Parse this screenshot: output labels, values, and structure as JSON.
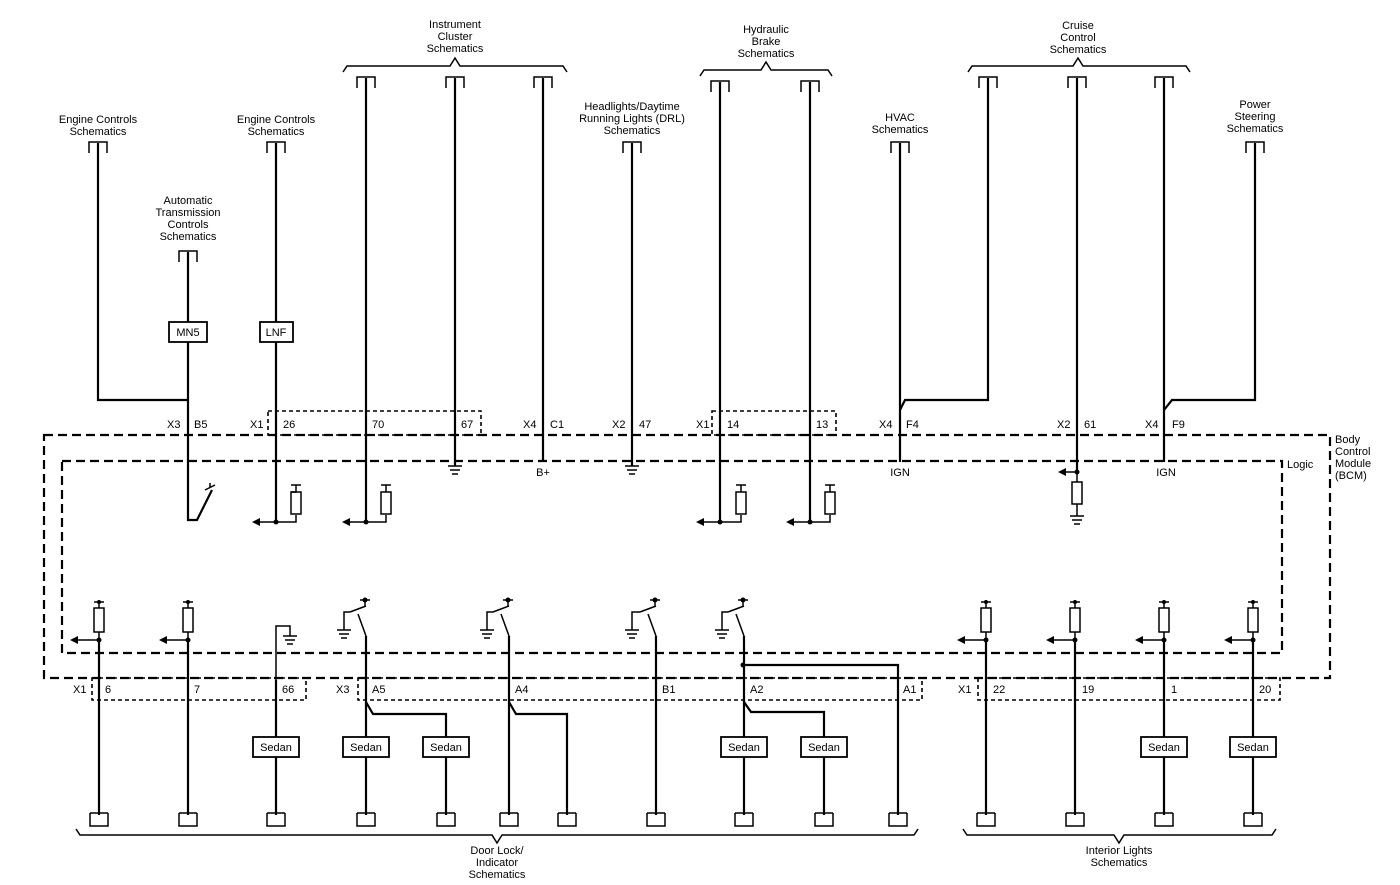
{
  "top_destinations": [
    {
      "id": "engine1",
      "lines": [
        "Engine Controls",
        "Schematics"
      ]
    },
    {
      "id": "trans",
      "lines": [
        "Automatic",
        "Transmission",
        "Controls",
        "Schematics"
      ]
    },
    {
      "id": "engine2",
      "lines": [
        "Engine Controls",
        "Schematics"
      ]
    },
    {
      "id": "cluster",
      "lines": [
        "Instrument",
        "Cluster",
        "Schematics"
      ]
    },
    {
      "id": "drl",
      "lines": [
        "Headlights/Daytime",
        "Running Lights (DRL)",
        "Schematics"
      ]
    },
    {
      "id": "brake",
      "lines": [
        "Hydraulic",
        "Brake",
        "Schematics"
      ]
    },
    {
      "id": "hvac",
      "lines": [
        "HVAC",
        "Schematics"
      ]
    },
    {
      "id": "cruise",
      "lines": [
        "Cruise",
        "Control",
        "Schematics"
      ]
    },
    {
      "id": "steer",
      "lines": [
        "Power",
        "Steering",
        "Schematics"
      ]
    }
  ],
  "bottom_destinations": [
    {
      "id": "doorlock",
      "lines": [
        "Door Lock/",
        "Indicator",
        "Schematics"
      ]
    },
    {
      "id": "interior",
      "lines": [
        "Interior Lights",
        "Schematics"
      ]
    }
  ],
  "module": {
    "lines": [
      "Body",
      "Control",
      "Module",
      "(BCM)"
    ],
    "inner": "Logic"
  },
  "options": {
    "mn5": "MN5",
    "lnf": "LNF",
    "sedan": "Sedan"
  },
  "supply": {
    "bplus": "B+",
    "ign": "IGN"
  },
  "top_pins": [
    {
      "conn": "X3",
      "pin": "B5"
    },
    {
      "conn": "X1",
      "pin": "26"
    },
    {
      "conn": "",
      "pin": "70"
    },
    {
      "conn": "",
      "pin": "67"
    },
    {
      "conn": "X4",
      "pin": "C1"
    },
    {
      "conn": "X2",
      "pin": "47"
    },
    {
      "conn": "X1",
      "pin": "14"
    },
    {
      "conn": "",
      "pin": "13"
    },
    {
      "conn": "X4",
      "pin": "F4"
    },
    {
      "conn": "X2",
      "pin": "61"
    },
    {
      "conn": "X4",
      "pin": "F9"
    }
  ],
  "bottom_pins": [
    {
      "conn": "X1",
      "pin": "6"
    },
    {
      "conn": "",
      "pin": "7"
    },
    {
      "conn": "",
      "pin": "66"
    },
    {
      "conn": "X3",
      "pin": "A5"
    },
    {
      "conn": "",
      "pin": "A4"
    },
    {
      "conn": "",
      "pin": "B1"
    },
    {
      "conn": "",
      "pin": "A2"
    },
    {
      "conn": "",
      "pin": "A1"
    },
    {
      "conn": "X1",
      "pin": "22"
    },
    {
      "conn": "",
      "pin": "19"
    },
    {
      "conn": "",
      "pin": "1"
    },
    {
      "conn": "",
      "pin": "20"
    }
  ]
}
